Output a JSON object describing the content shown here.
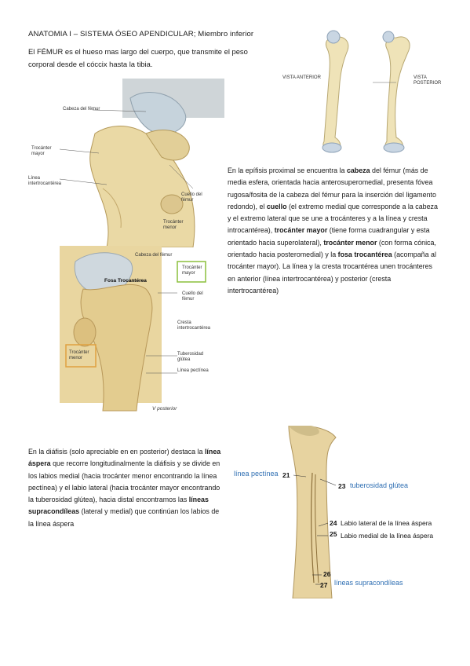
{
  "header": {
    "title": "ANATOMIA I – SISTEMA ÓSEO APENDICULAR; Miembro inferior"
  },
  "intro": {
    "term": "El FÉMUR",
    "text": " es el hueso mas largo del cuerpo, que transmite el peso corporal desde el cóccix hasta la tibia."
  },
  "figure_top_right": {
    "label_anterior": "VISTA ANTERIOR",
    "label_posterior": "VISTA POSTERIOR"
  },
  "figure_anterior_detail": {
    "labels": [
      "Cabeza del fémur",
      "Trocánter mayor",
      "Línea intertrocantérea",
      "Cuello del fémur",
      "Trocánter menor"
    ]
  },
  "figure_posterior_detail": {
    "labels": [
      "Cabeza del fémur",
      "Trocánter mayor",
      "Fosa Trocantérea",
      "Cuello del fémur",
      "Cresta intertrocantérea",
      "Trocánter menor",
      "Tuberosidad glútea",
      "Línea pectínea"
    ],
    "caption": "V posterior"
  },
  "epiphysis": {
    "s1": "En la epífisis proximal se encuentra la ",
    "cabeza": "cabeza",
    "s2": " del fémur (más de media esfera, orientada hacia anterosuperomedial, presenta fóvea rugosa/fosita de la cabeza del fémur para la inserción del ligamento redondo), el ",
    "cuello": "cuello",
    "s3": " (el extremo medial que corresponde a la cabeza y el extremo lateral que se une a trocánteres y a la línea y cresta introcantérea), ",
    "tmayor": "trocánter mayor",
    "s4": " (tiene forma cuadrangular y esta orientado hacia superolateral), ",
    "tmenor": "trocánter menor",
    "s5": " (con forma cónica, orientado hacia posteromedial) y la ",
    "fosa": "fosa trocantérea",
    "s6": " (acompaña al trocánter mayor). La línea y la cresta trocantérea unen trocánteres en anterior (línea intertrocantérea) y posterior (cresta intertrocantérea)"
  },
  "diaphysis": {
    "s1": "En la diáfisis (solo apreciable en en posterior) destaca la ",
    "linea": "línea áspera",
    "s2": " que recorre longitudinalmente la diáfisis y se divide en los labios medial (hacia trocánter menor encontrando la línea pectínea) y el labio lateral (hacia trocánter mayor encontrando la tuberosidad glútea), hacia distal encontramos las ",
    "supra": "líneas supracondíleas",
    "s3": " (lateral y medial) que continúan los labios de la línea áspera"
  },
  "figure_shaft": {
    "pectinea": "línea pectínea",
    "n21": "21",
    "n23": "23",
    "gluteal": "tuberosidad glútea",
    "n24": "24",
    "lab_lat": "Labio lateral de la línea áspera",
    "n25": "25",
    "lab_med": "Labio medial de la línea áspera",
    "n26": "26",
    "n27": "27",
    "supra": "líneas supracondíleas"
  }
}
